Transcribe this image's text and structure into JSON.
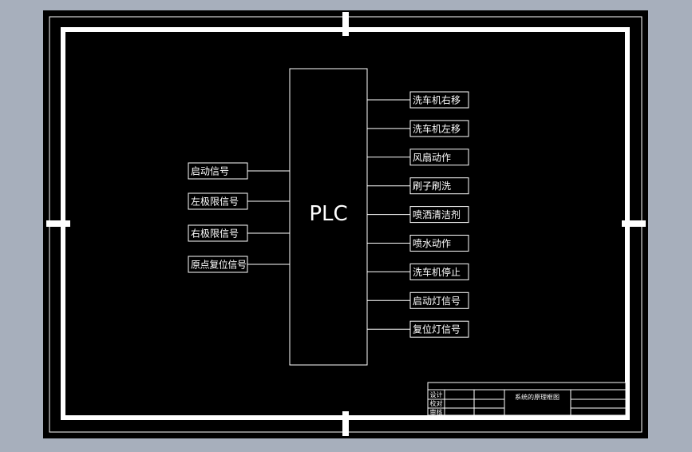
{
  "diagram": {
    "center_label": "PLC",
    "inputs": [
      "启动信号",
      "左极限信号",
      "右极限信号",
      "原点复位信号"
    ],
    "outputs": [
      "洗车机右移",
      "洗车机左移",
      "风扇动作",
      "刷子刷洗",
      "喷洒清洁剂",
      "喷水动作",
      "洗车机停止",
      "启动灯信号",
      "复位灯信号"
    ],
    "title_block": {
      "title": "系统的原理框图",
      "row_labels": [
        "设计",
        "校对",
        "审核"
      ]
    }
  },
  "colors": {
    "background": "#a7afbc",
    "sheet": "#000000",
    "lines": "#ffffff"
  }
}
